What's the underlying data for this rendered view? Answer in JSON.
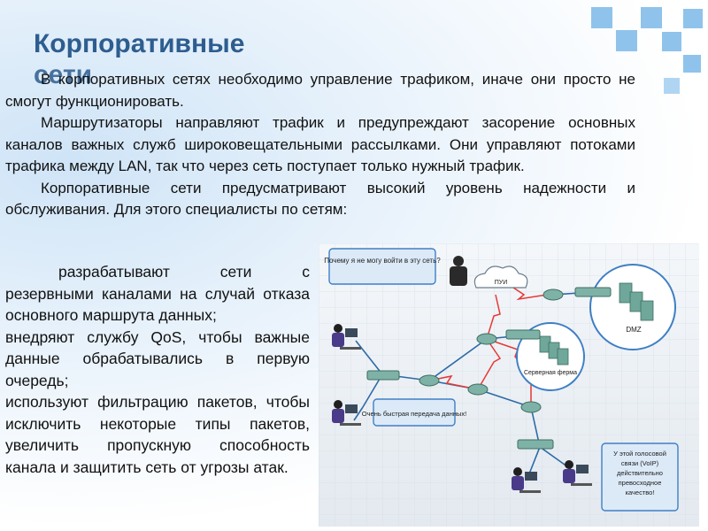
{
  "slide": {
    "title_line1": "Корпоративные",
    "title_line2": "сети",
    "paragraphs": [
      "В корпоративных сетях необходимо управление трафиком, иначе они просто не смогут функционировать.",
      "Маршрутизаторы направляют трафик и предупреждают засорение основных каналов важных служб широковещательными рассылками. Они управляют потоками трафика между LAN, так что через сеть поступает только нужный трафик.",
      "Корпоративные сети предусматривают высокий уровень надежности и обслуживания. Для этого специалисты по сетям:"
    ],
    "bullets": [
      "разрабатывают сети с резервными каналами на случай отказа основного маршрута данных;",
      "внедряют службу QoS, чтобы важные данные обрабатывались в первую очередь;",
      "используют фильтрацию пакетов, чтобы исключить некоторые типы пакетов, увеличить пропускную способность канала и защитить сеть от угрозы атак."
    ],
    "bullet_glyph": ""
  },
  "diagram": {
    "callout_why": "Почему я не могу войти в эту сеть?",
    "cloud_label": "ПУИ",
    "dmz_label": "DMZ",
    "server_farm_label": "Серверная ферма",
    "callout_fast": "Очень быстрая передача данных!",
    "callout_voip": "У этой голосовой связи (VoIP) действительно превосходное качество!",
    "colors": {
      "link": "#2b6aa8",
      "wan": "#e53935",
      "callout_border": "#3f7fc4",
      "callout_bg": "#dceaf8",
      "device": "#7fb2a7"
    }
  }
}
